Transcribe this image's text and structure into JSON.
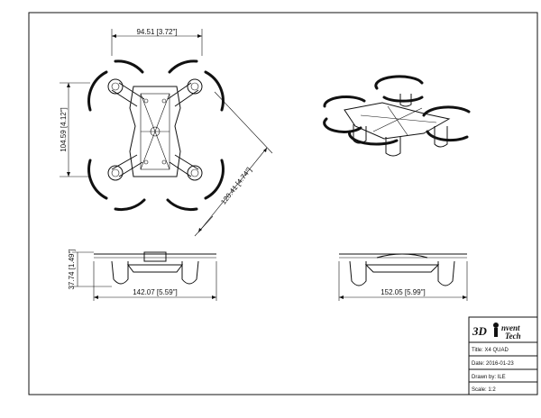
{
  "drawing": {
    "top_view": {
      "width_dim": "94.51 [3.72\"]",
      "height_dim": "104.59 [4.12\"]",
      "diagonal_dim": "120.41 [4.74\"]"
    },
    "front_view": {
      "width_dim": "142.07 [5.59\"]",
      "height_dim": "37.74 [1.49\"]"
    },
    "side_view": {
      "width_dim": "152.05 [5.99\"]"
    },
    "title_block": {
      "logo_lead": "3D",
      "logo_line1": "nvent",
      "logo_line2": "Tech",
      "title": "Title: X4 QUAD",
      "date": "Date: 2016-01-23",
      "drawn_by": "Drawn by: ILE",
      "scale": "Scale: 1:2"
    }
  }
}
